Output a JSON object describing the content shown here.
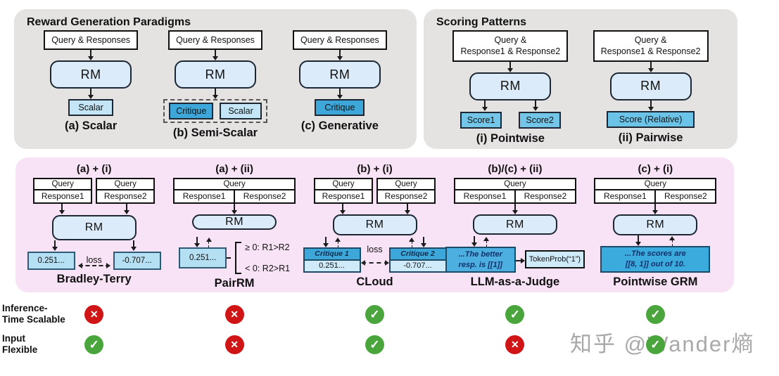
{
  "rm_label": "RM",
  "colors": {
    "panel_gray": "#e4e3e2",
    "panel_pink": "#f8e2f5",
    "rm_fill": "#dcebf9",
    "scalar_light_blue": "#c3e5f6",
    "critique_blue": "#3da7da",
    "score_blue": "#74c6e8",
    "value_light_blue": "#b5e0f4",
    "check_green": "#4aa53c",
    "cross_red": "#cf1515"
  },
  "paradigms": {
    "title": "Reward Generation Paradigms",
    "items": [
      {
        "input": "Query & Responses",
        "out1": "Scalar",
        "caption": "(a) Scalar"
      },
      {
        "input": "Query & Responses",
        "out1": "Critique",
        "out2": "Scalar",
        "caption": "(b) Semi-Scalar"
      },
      {
        "input": "Query & Responses",
        "out1": "Critique",
        "caption": "(c) Generative"
      }
    ]
  },
  "scoring": {
    "title": "Scoring Patterns",
    "items": [
      {
        "input_line1": "Query &",
        "input_line2": "Response1 & Response2",
        "out1": "Score1",
        "out2": "Score2",
        "caption": "(i) Pointwise"
      },
      {
        "input_line1": "Query &",
        "input_line2": "Response1 & Response2",
        "out1": "Score (Relative)",
        "caption": "(ii) Pairwise"
      }
    ]
  },
  "methods": {
    "bt": {
      "header": "(a) + (i)",
      "t1_top": "Query",
      "t1_bottom": "Response1",
      "t2_top": "Query",
      "t2_bottom": "Response2",
      "out1": "0.251...",
      "out2": "-0.707...",
      "loss": "loss",
      "caption": "Bradley-Terry"
    },
    "pairrm": {
      "header": "(a) + (ii)",
      "t_top": "Query",
      "t_left": "Response1",
      "t_right": "Response2",
      "out": "0.251...",
      "rule1": "≥ 0: R1>R2",
      "rule2": "< 0: R2>R1",
      "caption": "PairRM"
    },
    "cloud": {
      "header": "(b) + (i)",
      "t1_top": "Query",
      "t1_bottom": "Response1",
      "t2_top": "Query",
      "t2_bottom": "Response2",
      "crit1": "Critique 1",
      "val1": "0.251...",
      "crit2": "Critique 2",
      "val2": "-0.707...",
      "loss": "loss",
      "caption": "CLoud"
    },
    "judge": {
      "header": "(b)/(c) + (ii)",
      "t_top": "Query",
      "t_left": "Response1",
      "t_right": "Response2",
      "out_line1": "...The better",
      "out_line2": "resp. is [[1]]",
      "token": "TokenProb(“1”)",
      "caption": "LLM-as-a-Judge"
    },
    "grm": {
      "header": "(c) + (i)",
      "t_top": "Query",
      "t_left": "Response1",
      "t_right": "Response2",
      "out_line1": "...The scores are",
      "out_line2": "[[8, 1]] out of 10.",
      "caption": "Pointwise GRM"
    }
  },
  "feature_rows": {
    "r1_label_line1": "Inference-",
    "r1_label_line2": "Time Scalable",
    "r2_label_line1": "Input",
    "r2_label_line2": "Flexible",
    "r1": [
      "cross",
      "cross",
      "check",
      "check",
      "check"
    ],
    "r2": [
      "check",
      "cross",
      "check",
      "cross",
      "check"
    ]
  },
  "watermark": "知乎 @Wander熵"
}
